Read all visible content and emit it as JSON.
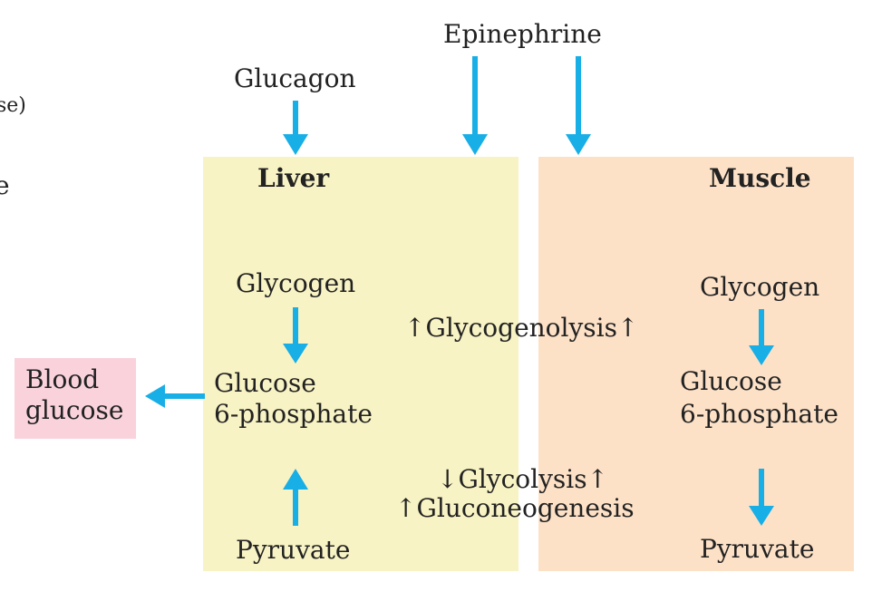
{
  "left_edge": {
    "partial_1": "se)",
    "partial_2": "e"
  },
  "hormones": {
    "glucagon": "Glucagon",
    "epinephrine": "Epinephrine"
  },
  "liver": {
    "title": "Liver",
    "glycogen": "Glycogen",
    "glucose6p_line1": "Glucose",
    "glucose6p_line2": "6-phosphate",
    "pyruvate": "Pyruvate"
  },
  "muscle": {
    "title": "Muscle",
    "glycogen": "Glycogen",
    "glucose6p_line1": "Glucose",
    "glucose6p_line2": "6-phosphate",
    "pyruvate": "Pyruvate"
  },
  "blood": {
    "line1": "Blood",
    "line2": "glucose"
  },
  "processes": {
    "glycogenolysis": "↑Glycogenolysis↑",
    "glycolysis": "↓Glycolysis↑",
    "gluconeogenesis": "↑Gluconeogenesis"
  },
  "colors": {
    "liver_bg": "#f8f3c4",
    "muscle_bg": "#fde1c7",
    "blood_bg": "#f9d2dc",
    "arrow": "#18aee6",
    "text": "#222222"
  }
}
